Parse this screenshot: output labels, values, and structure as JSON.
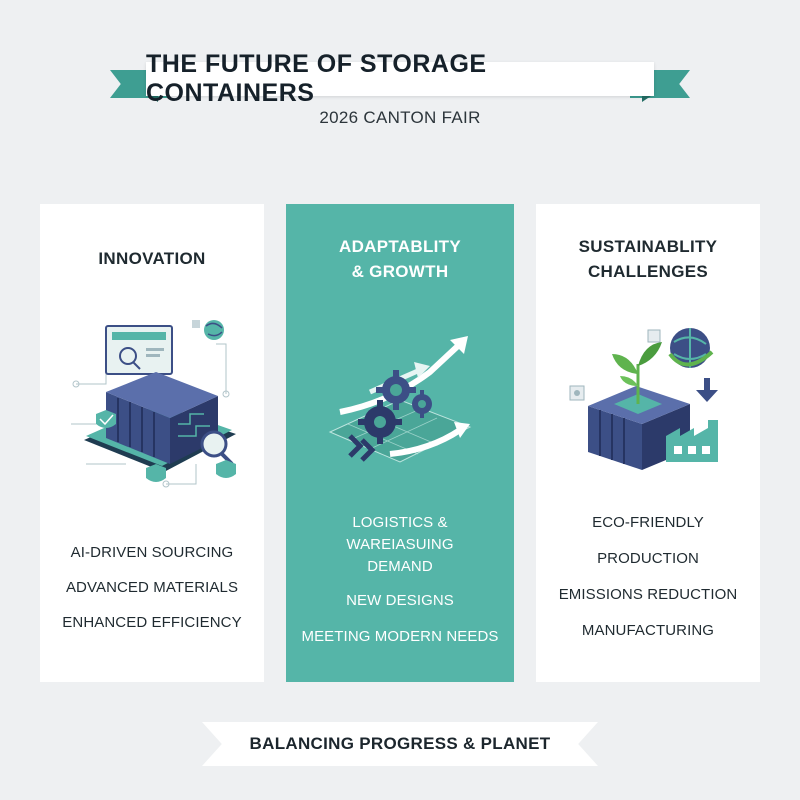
{
  "header": {
    "title": "THE FUTURE OF STORAGE CONTAINERS",
    "subtitle": "2026 CANTON FAIR"
  },
  "panels": [
    {
      "title_lines": [
        "INNOVATION"
      ],
      "items": [
        "AI-DRIVEN SOURCING",
        "ADVANCED MATERIALS",
        "ENHANCED EFFICIENCY"
      ],
      "background": "#ffffff"
    },
    {
      "title_lines": [
        "ADAPTABLITY",
        "& GROWTH"
      ],
      "items": [
        "LOGISTICS &",
        "WAREIASUING",
        "DEMAND",
        "NEW DESIGNS",
        "MEETING MODERN NEEDS"
      ],
      "background": "#55b5a8"
    },
    {
      "title_lines": [
        "SUSTAINABLITY",
        "CHALLENGES"
      ],
      "items": [
        "ECO-FRIENDLY",
        "PRODUCTION",
        "EMISSIONS REDUCTION",
        "MANUFACTURING"
      ],
      "background": "#ffffff"
    }
  ],
  "footer": {
    "banner": "BALANCING PROGRESS & PLANET"
  },
  "colors": {
    "teal": "#55b5a8",
    "ribbon": "#3e9e92",
    "container_navy": "#3c4f86",
    "green": "#5fb34e"
  }
}
